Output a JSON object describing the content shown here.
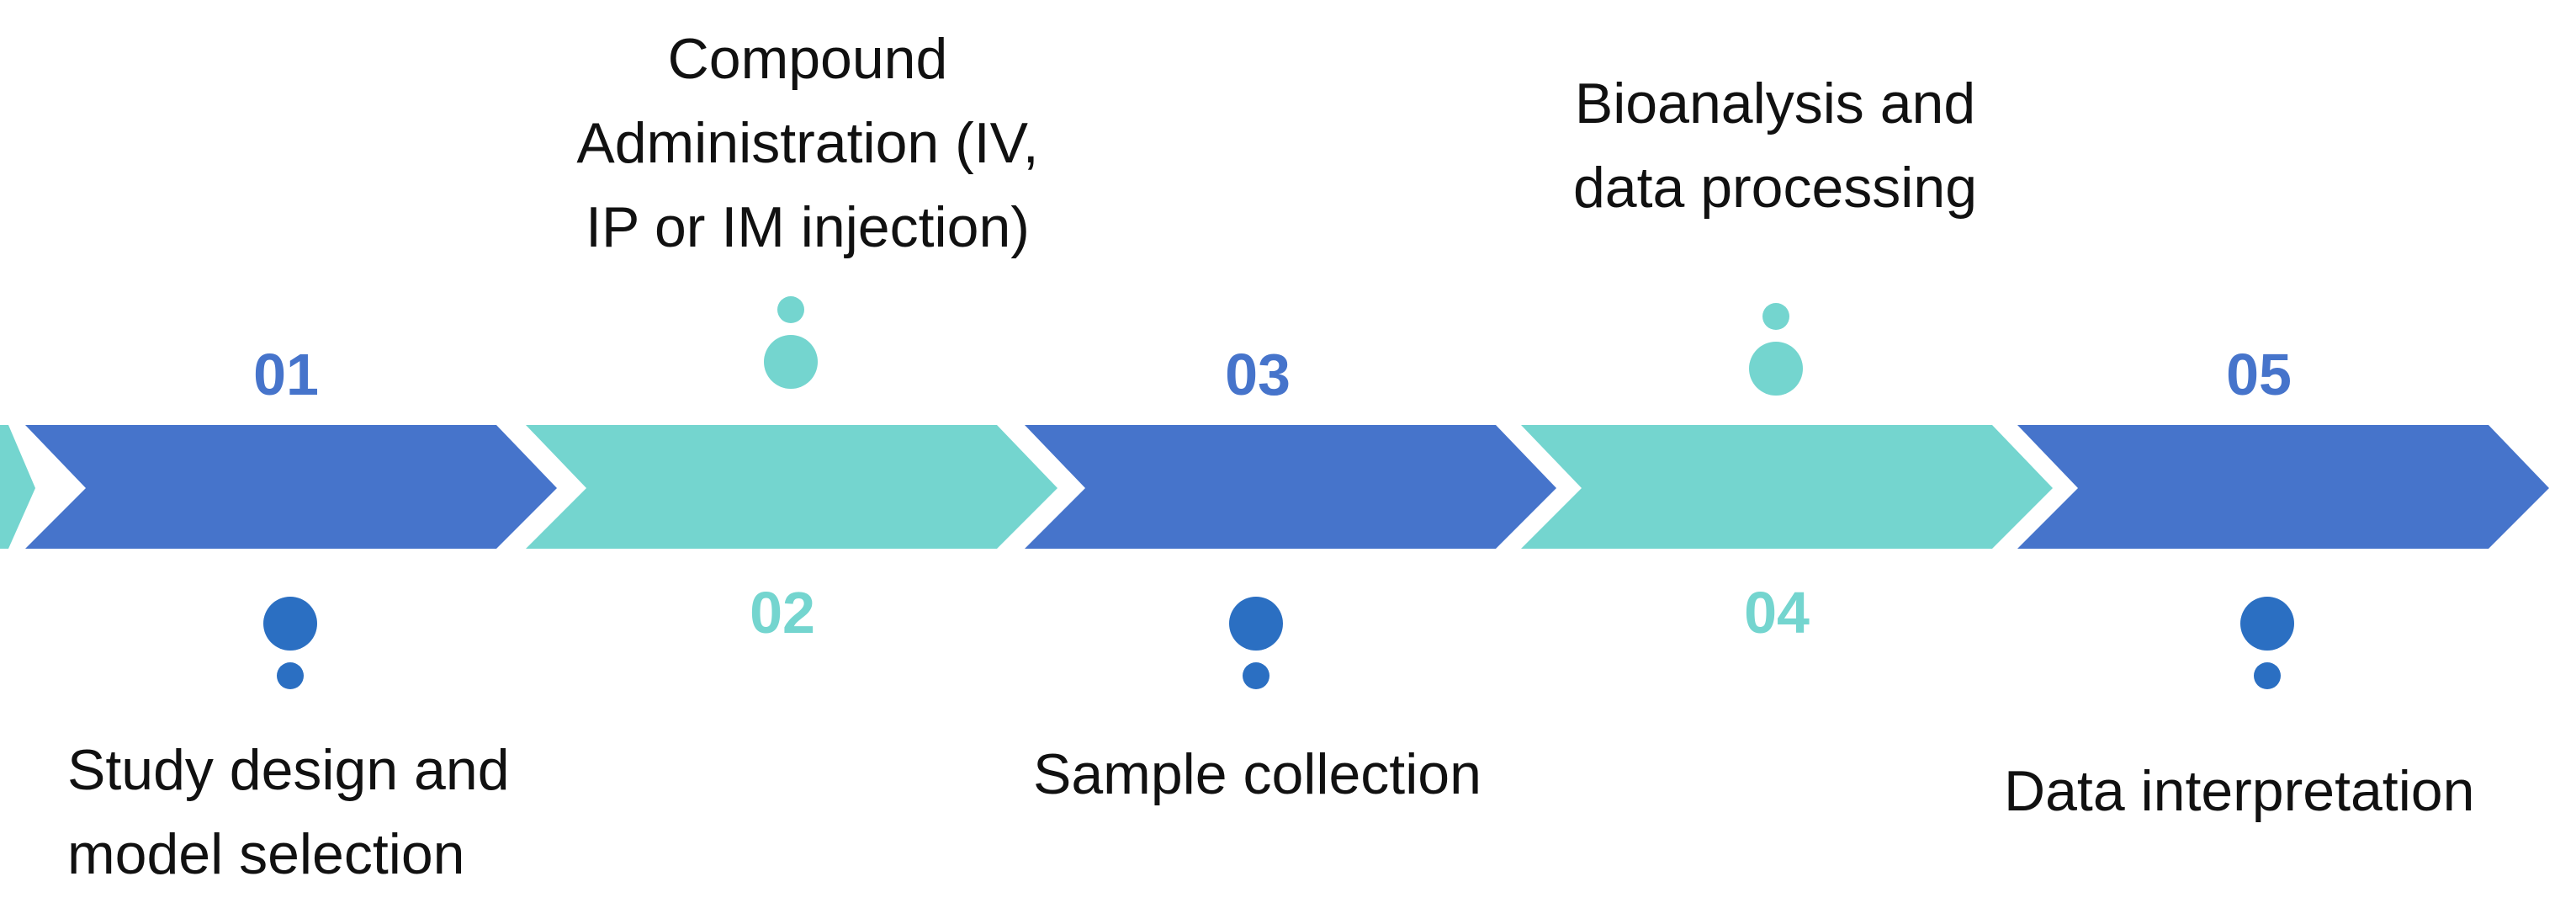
{
  "colors": {
    "blue": "#4674CB",
    "teal": "#74D5CF",
    "dot_blue": "#2B6FC2",
    "text": "#111111",
    "background": "#FFFFFF"
  },
  "steps": [
    {
      "number": "01",
      "lines": [
        "Study design and",
        "model selection"
      ],
      "color": "#4674CB",
      "text_side": "below"
    },
    {
      "number": "02",
      "lines": [
        "Compound",
        "Administration (IV,",
        "IP or IM injection)"
      ],
      "color": "#74D5CF",
      "text_side": "above"
    },
    {
      "number": "03",
      "lines": [
        "Sample collection"
      ],
      "color": "#4674CB",
      "text_side": "below"
    },
    {
      "number": "04",
      "lines": [
        "Bioanalysis and",
        "data processing"
      ],
      "color": "#74D5CF",
      "text_side": "above"
    },
    {
      "number": "05",
      "lines": [
        "Data interpretation"
      ],
      "color": "#4674CB",
      "text_side": "below"
    }
  ],
  "icons": {
    "marker": "bubble-dots-icon"
  }
}
